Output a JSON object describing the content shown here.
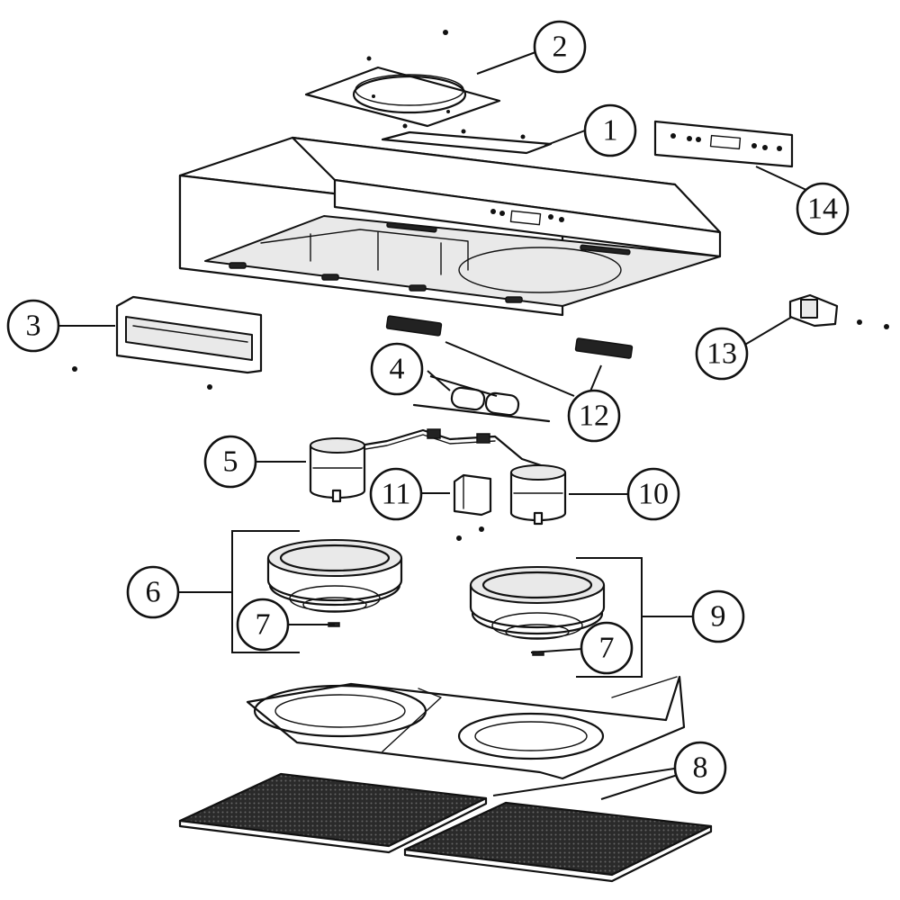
{
  "callouts": [
    {
      "id": "1",
      "label": "1"
    },
    {
      "id": "2",
      "label": "2"
    },
    {
      "id": "3",
      "label": "3"
    },
    {
      "id": "4",
      "label": "4"
    },
    {
      "id": "5",
      "label": "5"
    },
    {
      "id": "6",
      "label": "6"
    },
    {
      "id": "7a",
      "label": "7"
    },
    {
      "id": "7b",
      "label": "7"
    },
    {
      "id": "8",
      "label": "8"
    },
    {
      "id": "9",
      "label": "9"
    },
    {
      "id": "10",
      "label": "10"
    },
    {
      "id": "11",
      "label": "11"
    },
    {
      "id": "12",
      "label": "12"
    },
    {
      "id": "13",
      "label": "13"
    },
    {
      "id": "14",
      "label": "14"
    }
  ],
  "colors": {
    "line": "#111111",
    "background": "#ffffff"
  }
}
